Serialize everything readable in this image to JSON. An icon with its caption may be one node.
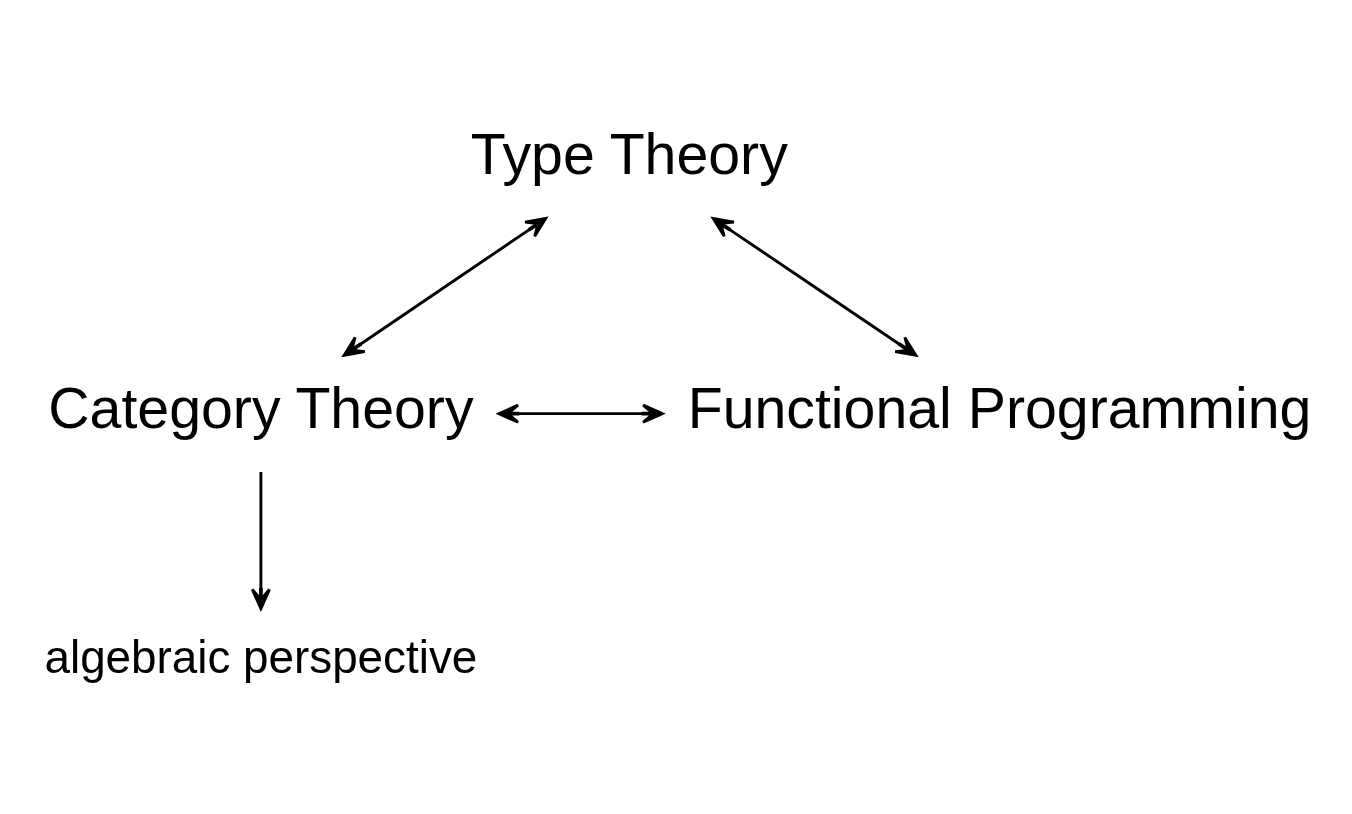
{
  "diagram": {
    "nodes": [
      {
        "text": [
          "Type Theory"
        ]
      },
      {
        "text": [
          "Category Theory"
        ]
      },
      {
        "text": [
          "Functional Programming"
        ]
      },
      {
        "text": [
          "algebraic perspective"
        ]
      }
    ],
    "edges": [
      {
        "from": 0,
        "to": 1,
        "arrow": "both"
      },
      {
        "from": 0,
        "to": 2,
        "arrow": "both"
      },
      {
        "from": 1,
        "to": 2,
        "arrow": "both"
      },
      {
        "from": 1,
        "to": 3,
        "arrow": "to"
      }
    ]
  }
}
